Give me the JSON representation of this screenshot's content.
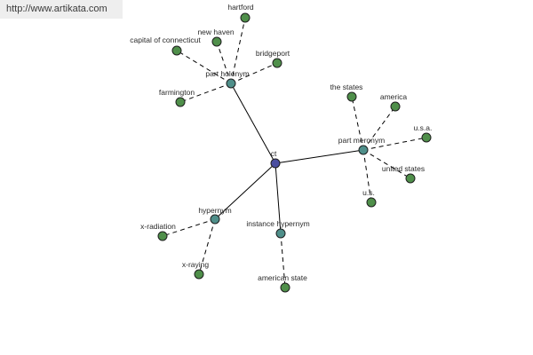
{
  "banner": {
    "url": "http://www.artikata.com"
  },
  "colors": {
    "center": "#4b4fa0",
    "hub": "#4f8f8a",
    "leaf": "#4f8f4a"
  },
  "graph": {
    "center": {
      "label": "ct"
    },
    "hubs": [
      {
        "key": "part-holonym",
        "label": "part holonym",
        "leaves": [
          "hartford",
          "new haven",
          "capital of connecticut",
          "bridgeport",
          "farmington"
        ]
      },
      {
        "key": "part-meronym",
        "label": "part meronym",
        "leaves": [
          "the states",
          "america",
          "u.s.a.",
          "united states",
          "u.s."
        ]
      },
      {
        "key": "hypernym",
        "label": "hypernym",
        "leaves": [
          "x-radiation",
          "x-raying"
        ]
      },
      {
        "key": "instance-hypernym",
        "label": "instance hypernym",
        "leaves": [
          "american state"
        ]
      }
    ]
  }
}
